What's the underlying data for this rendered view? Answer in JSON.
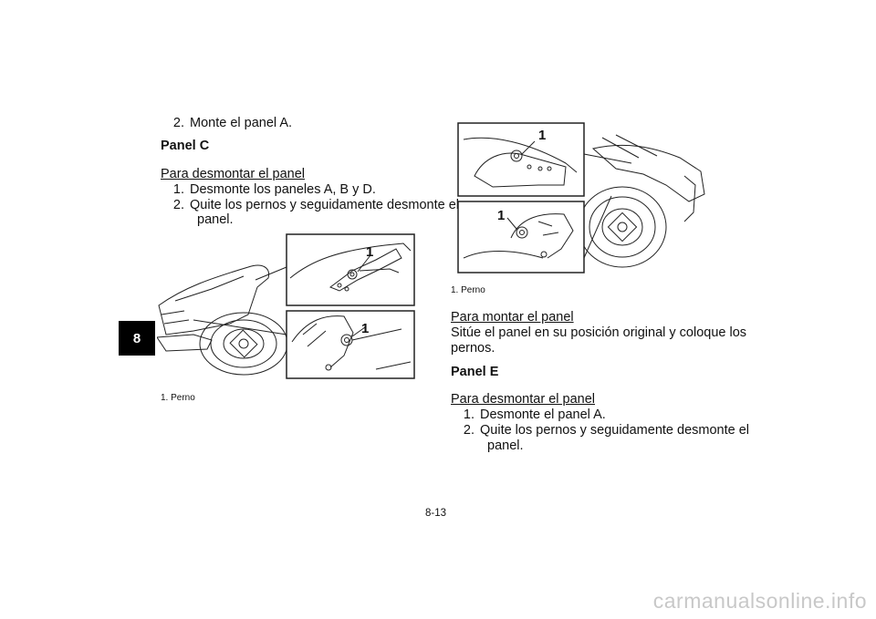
{
  "chapter_tab": "8",
  "left": {
    "step_monte": {
      "num": "2.",
      "text": "Monte el panel A."
    },
    "heading": "Panel C",
    "subheading": "Para desmontar el panel",
    "steps": [
      {
        "num": "1.",
        "text": "Desmonte los paneles A, B y D."
      },
      {
        "num": "2.",
        "text": "Quite los pernos y seguidamente desmonte el",
        "cont": "panel."
      }
    ],
    "figure_callout": "1",
    "caption": "1. Perno"
  },
  "right": {
    "figure_callout": "1",
    "caption": "1. Perno",
    "subheading_montar": "Para montar el panel",
    "montar_line1": "Sitúe el panel en su posición original y coloque los",
    "montar_line2": "pernos.",
    "heading": "Panel E",
    "subheading": "Para desmontar el panel",
    "steps": [
      {
        "num": "1.",
        "text": "Desmonte el panel A."
      },
      {
        "num": "2.",
        "text": "Quite los pernos y seguidamente desmonte el",
        "cont": "panel."
      }
    ]
  },
  "footer": "8-13",
  "watermark": "carmanualsonline.info"
}
